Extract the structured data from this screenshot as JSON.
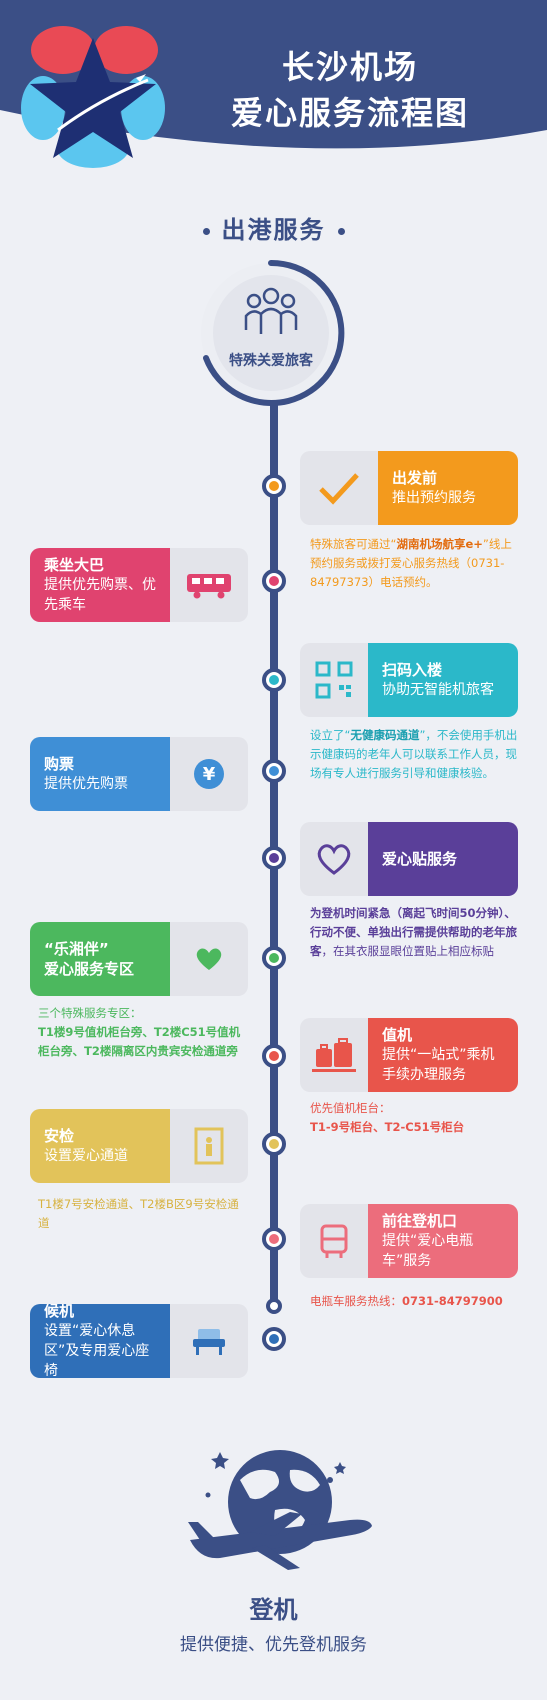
{
  "header": {
    "line1": "长沙机场",
    "line2": "爱心服务流程图"
  },
  "section_title": "出港服务",
  "top_badge": {
    "label": "特殊关爱旅客"
  },
  "steps": [
    {
      "title": "出发前",
      "sub": "推出预约服务"
    },
    {
      "title": "乘坐大巴",
      "sub": "提供优先购票、优先乘车"
    },
    {
      "title": "扫码入楼",
      "sub": "协助无智能机旅客"
    },
    {
      "title": "购票",
      "sub": "提供优先购票"
    },
    {
      "title": "爱心贴服务",
      "sub": ""
    },
    {
      "title": "“乐湘伴”",
      "sub": "爱心服务专区"
    },
    {
      "title": "值机",
      "sub": "提供“一站式”乘机手续办理服务"
    },
    {
      "title": "安检",
      "sub": "设置爱心通道"
    },
    {
      "title": "前往登机口",
      "sub": "提供“爱心电瓶车”服务"
    },
    {
      "title": "候机",
      "sub": "设置“爱心休息区”及专用爱心座椅"
    }
  ],
  "notes": {
    "n1_a": "特殊旅客可通过“",
    "n1_b": "湖南机场航享e+",
    "n1_c": "”线上预约服务或拨打爱心服务热线（0731-84797373）电话预约。",
    "n2_a": "设立了“",
    "n2_b": "无健康码通道",
    "n2_c": "”，不会使用手机出示健康码的老年人可以联系工作人员，现场有专人进行服务引导和健康核验。",
    "n3_a": "为登机时间紧急（离起飞时间50分钟）、行动不便、单独出行需提供帮助的老年旅客",
    "n3_b": "，在其衣服显眼位置贴上相应标贴",
    "n4_a": "三个特殊服务专区：",
    "n4_b": "T1楼9号值机柜台旁、T2楼C51号值机柜台旁、T2楼隔离区内贵宾安检通道旁",
    "n5_a": "优先值机柜台：",
    "n5_b": "T1-9号柜台、T2-C51号柜台",
    "n6": "T1楼7号安检通道、T2楼B区9号安检通道",
    "n7_a": "电瓶车服务热线：",
    "n7_b": "0731-84797900"
  },
  "final": {
    "title": "登机",
    "sub": "提供便捷、优先登机服务"
  },
  "colors": {
    "navy": "#3b4f86",
    "orange": "#f39a1d",
    "pink": "#e0436f",
    "teal": "#2bb8c9",
    "blue": "#3f8fd6",
    "purple": "#5a3f99",
    "green": "#4cb85e",
    "red": "#e8554b",
    "yellow": "#e2c35a",
    "rose": "#ec6d7c",
    "blue2": "#2f6fb8"
  }
}
